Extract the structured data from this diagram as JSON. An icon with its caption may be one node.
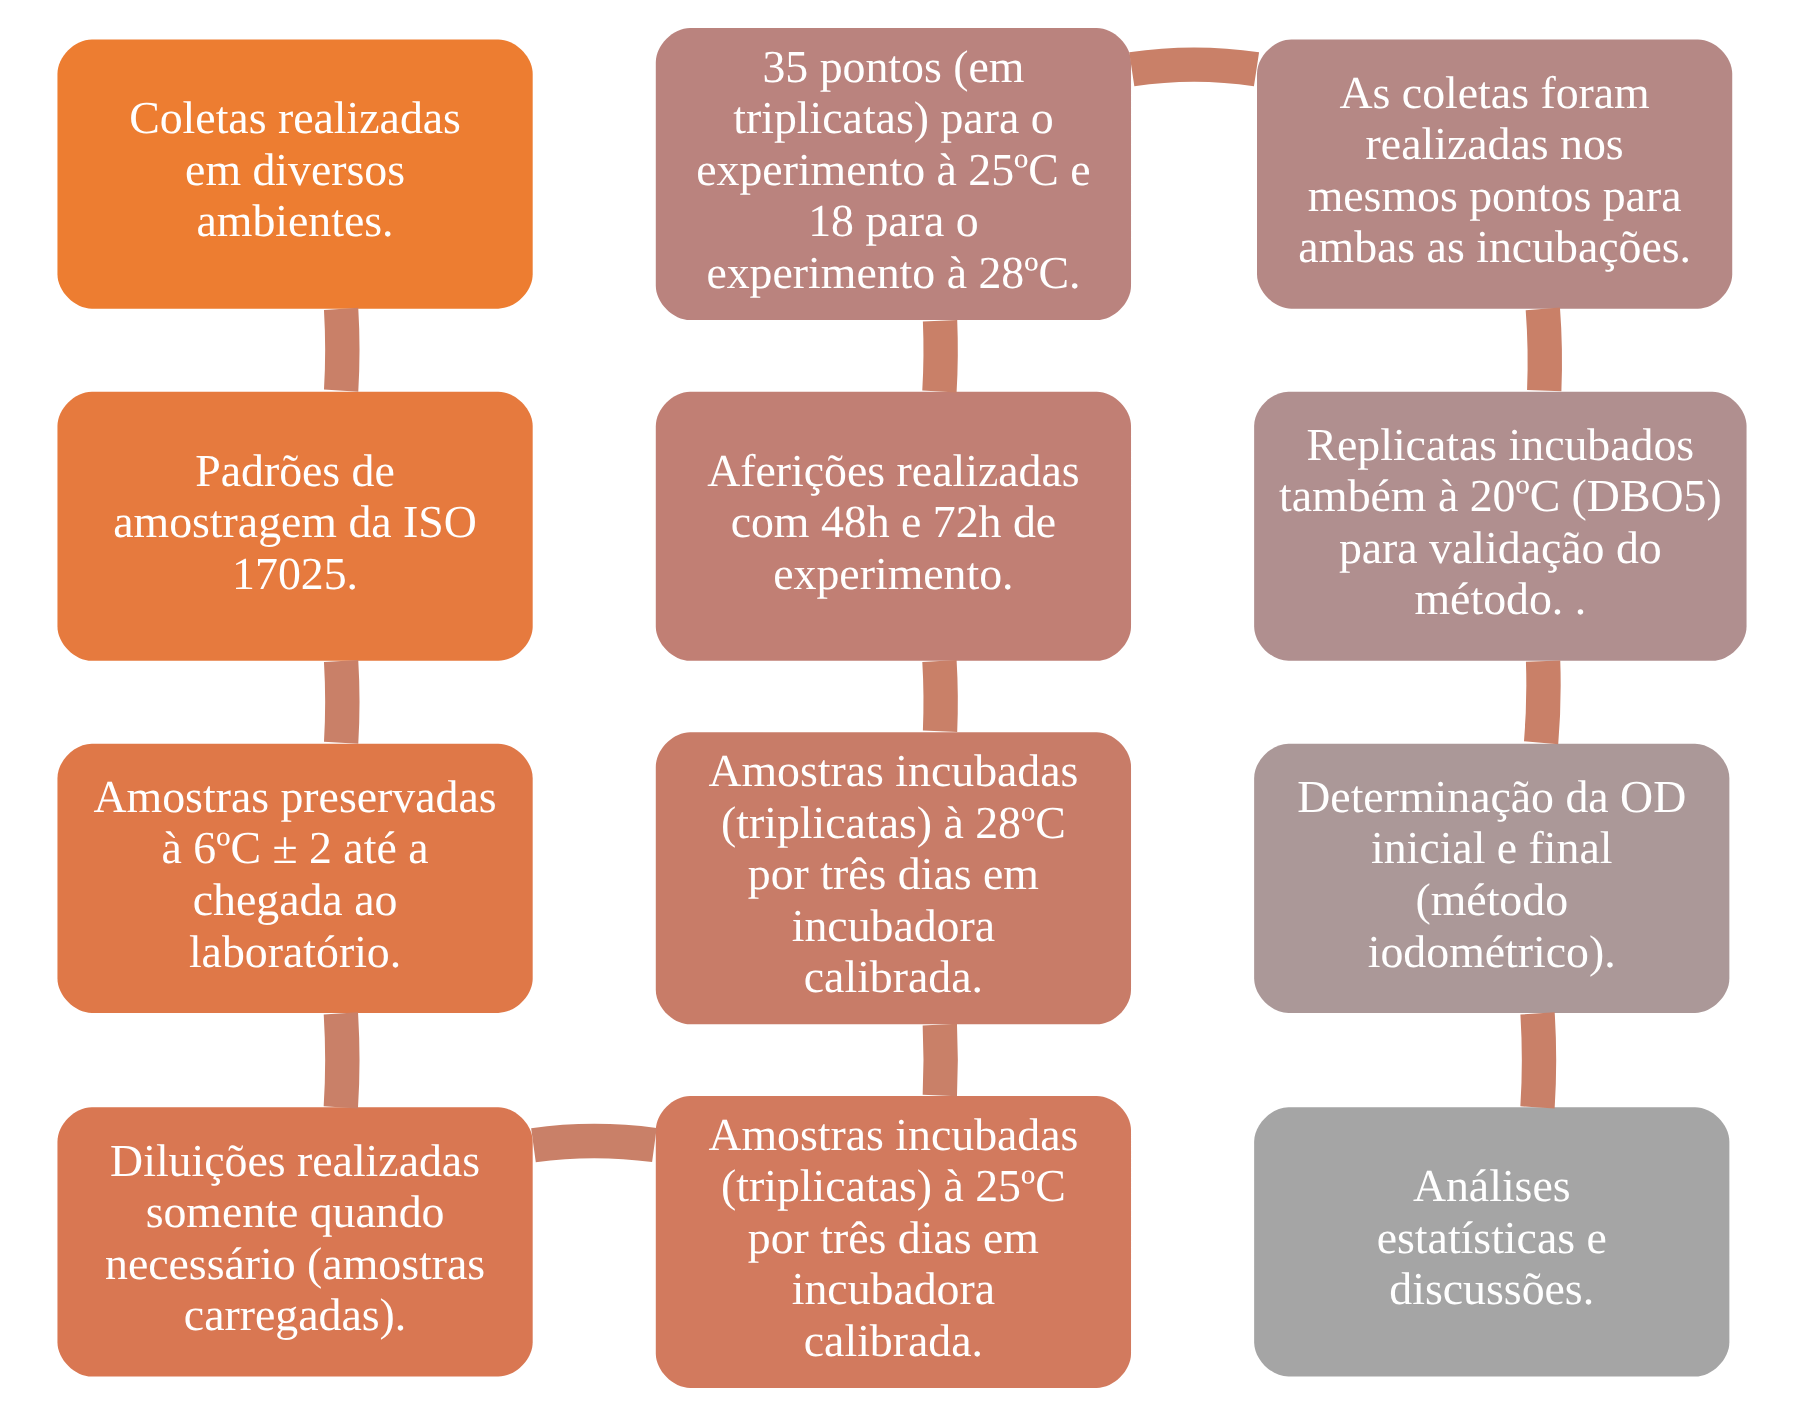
{
  "diagram": {
    "nodes": [
      {
        "text": [
          "Coletas realizadas em diversos ambientes."
        ]
      },
      {
        "text": [
          "Padrões de amostragem da ISO 17025."
        ]
      },
      {
        "text": [
          "Amostras preservadas à 6ºC ± 2 até a chegada ao laboratório."
        ]
      },
      {
        "text": [
          "Diluições realizadas somente quando necessário (amostras carregadas)."
        ]
      },
      {
        "text": [
          "35 pontos (em triplicatas) para o experimento à 25ºC e 18 para o experimento à 28ºC."
        ]
      },
      {
        "text": [
          "Aferições realizadas com 48h e 72h de experimento."
        ]
      },
      {
        "text": [
          "Amostras incubadas (triplicatas) à 28ºC por três dias em incubadora calibrada."
        ]
      },
      {
        "text": [
          "Amostras incubadas (triplicatas) à 25ºC por três dias em incubadora calibrada."
        ]
      },
      {
        "text": [
          "As coletas foram realizadas nos mesmos pontos para ambas as incubações."
        ]
      },
      {
        "text": [
          "Replicatas incubados também à 20ºC (DBO5) para validação do método. ."
        ]
      },
      {
        "text": [
          "Determinação da OD inicial e final (método iodométrico)."
        ]
      },
      {
        "text": [
          "Análises estatísticas e discussões."
        ]
      }
    ],
    "edges": [
      {
        "from": 0,
        "to": 1,
        "arrow": "none"
      },
      {
        "from": 1,
        "to": 2,
        "arrow": "none"
      },
      {
        "from": 2,
        "to": 3,
        "arrow": "none"
      },
      {
        "from": 3,
        "to": 7,
        "arrow": "none"
      },
      {
        "from": 7,
        "to": 6,
        "arrow": "none"
      },
      {
        "from": 6,
        "to": 5,
        "arrow": "none"
      },
      {
        "from": 5,
        "to": 4,
        "arrow": "none"
      },
      {
        "from": 4,
        "to": 8,
        "arrow": "none"
      },
      {
        "from": 8,
        "to": 9,
        "arrow": "none"
      },
      {
        "from": 9,
        "to": 10,
        "arrow": "none"
      },
      {
        "from": 10,
        "to": 11,
        "arrow": "none"
      }
    ]
  }
}
